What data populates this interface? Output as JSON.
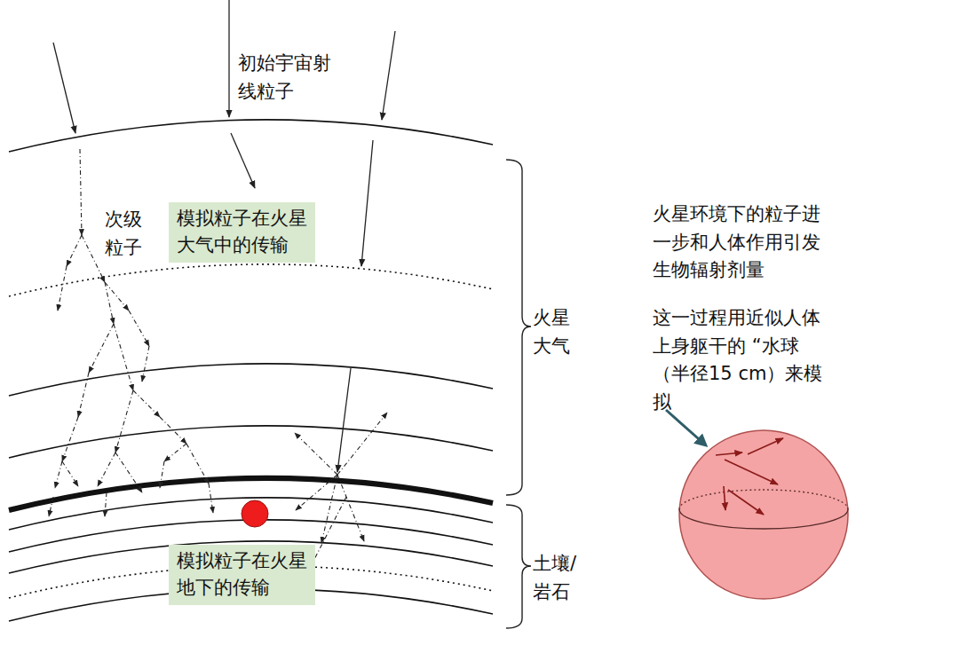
{
  "diagram": {
    "nodes": [
      {
        "text": [
          "模拟粒子在火星大气中的传输"
        ]
      },
      {
        "text": [
          "模拟粒子在火星地下的传输"
        ]
      }
    ],
    "labels": [
      "初始宇宙射线粒子",
      "次级粒子",
      "火星大气",
      "土壤/岩石",
      "火星环境下的粒子进一步和人体作用引发生物辐射剂量",
      "这一过程用近似人体上身躯干的 “水球（半径15 cm）来模拟"
    ]
  }
}
